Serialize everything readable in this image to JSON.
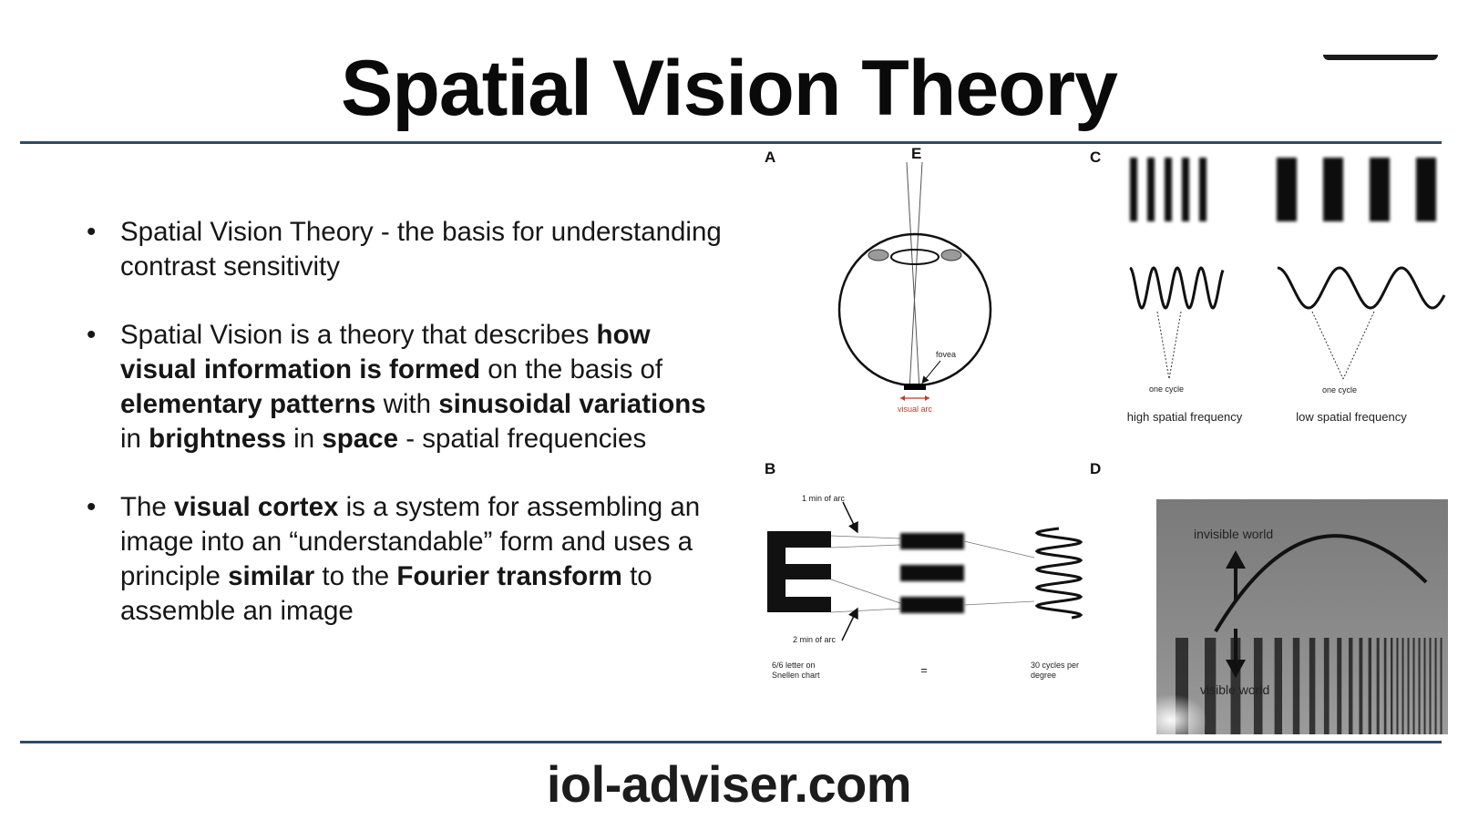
{
  "slide": {
    "title": "Spatial Vision Theory",
    "footer": "iol-adviser.com"
  },
  "bullets": [
    [
      {
        "t": "Spatial Vision Theory - the basis for understanding contrast sensitivity",
        "b": false
      }
    ],
    [
      {
        "t": "Spatial Vision is a theory that describes ",
        "b": false
      },
      {
        "t": "how visual information is formed",
        "b": true
      },
      {
        "t": " on the basis of ",
        "b": false
      },
      {
        "t": "elementary patterns",
        "b": true
      },
      {
        "t": " with ",
        "b": false
      },
      {
        "t": "sinusoidal variations",
        "b": true
      },
      {
        "t": " in ",
        "b": false
      },
      {
        "t": "brightness",
        "b": true
      },
      {
        "t": " in ",
        "b": false
      },
      {
        "t": "space",
        "b": true
      },
      {
        "t": " - spatial frequencies",
        "b": false
      }
    ],
    [
      {
        "t": "The ",
        "b": false
      },
      {
        "t": "visual cortex",
        "b": true
      },
      {
        "t": " is a system for assembling an image into an “understandable” form and uses a principle ",
        "b": false
      },
      {
        "t": "similar",
        "b": true
      },
      {
        "t": " to the ",
        "b": false
      },
      {
        "t": "Fourier transform",
        "b": true
      },
      {
        "t": " to assemble an image",
        "b": false
      }
    ]
  ],
  "figure": {
    "panel_a": {
      "label": "A",
      "label_e": "E",
      "fovea": "fovea",
      "visual_arc": "visual arc",
      "arc_color": "#c0392b"
    },
    "panel_b": {
      "label": "B",
      "min1": "1 min of arc",
      "min2": "2 min of arc",
      "snellen_line1": "6/6 letter on",
      "snellen_line2": "Snellen chart",
      "equals": "=",
      "cycles_line1": "30 cycles per",
      "cycles_line2": "degree"
    },
    "panel_c": {
      "label": "C",
      "one_cycle_high": "one cycle",
      "one_cycle_low": "one cycle",
      "high_freq": "high spatial frequency",
      "low_freq": "low spatial frequency"
    },
    "panel_d": {
      "label": "D",
      "invisible": "invisible world",
      "visible": "visible world"
    }
  }
}
